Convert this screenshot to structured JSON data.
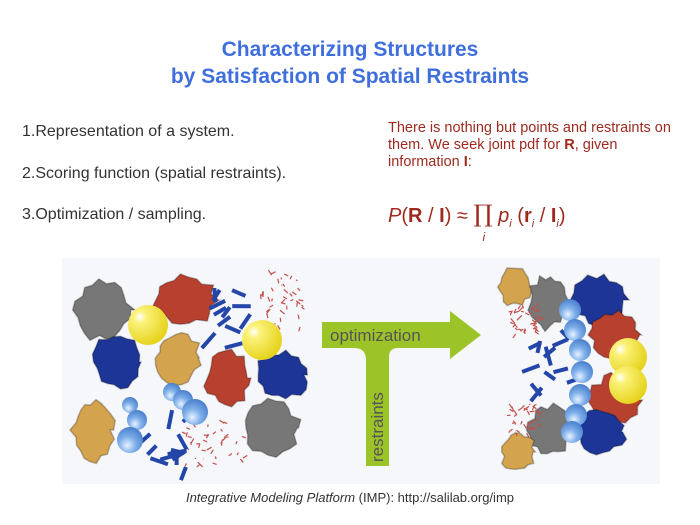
{
  "title": {
    "line1": "Characterizing Structures",
    "line2": "by Satisfaction of Spatial Restraints"
  },
  "steps": [
    {
      "num": "1.",
      "text": "Representation of a system."
    },
    {
      "num": "2.",
      "text": "Scoring function (spatial restraints)."
    },
    {
      "num": "3.",
      "text": "Optimization / sampling."
    }
  ],
  "note": {
    "part1": "There is nothing but points and restraints on them. We seek joint pdf for ",
    "R": "R",
    "part2": ", given information ",
    "I": "I",
    "part3": ":"
  },
  "formula": {
    "P": "P",
    "lhs_open": "(",
    "lhs_R": "R",
    "lhs_slash": " / ",
    "lhs_I": "I",
    "lhs_close": ")",
    "approx": " ≈ ",
    "prod": "∏",
    "prod_index": "i",
    "p": "p",
    "p_index": "i",
    "rhs_open": " (",
    "r": "r",
    "r_index": "i",
    "rhs_slash": " / ",
    "I": "I",
    "I_index": "i",
    "rhs_close": ")"
  },
  "arrow": {
    "optimization": "optimization",
    "restraints": "restraints",
    "color": "#9cc429"
  },
  "footer": {
    "italic": "Integrative Modeling Platform",
    "rest": " (IMP): http://salilab.org/imp"
  }
}
